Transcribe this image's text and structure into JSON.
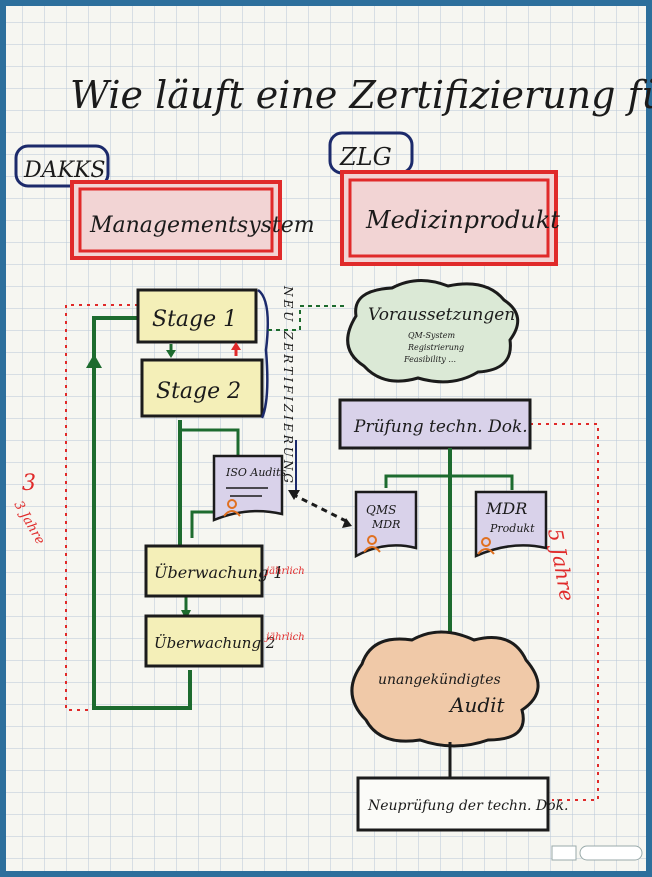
{
  "title": "Wie läuft eine Zertifizierung für ...",
  "left": {
    "org": "DAKKS",
    "heading": "Managementsystem",
    "steps": [
      "Stage 1",
      "Stage 2",
      "Überwachung 1",
      "Überwachung 2"
    ],
    "freq_label": "jährlich",
    "doc_label": "ISO Audits",
    "cycle_label": "3 Jahre",
    "recert_label": "NEU ZERTIFIZIERUNG"
  },
  "right": {
    "org": "ZLG",
    "heading": "Medizinprodukt",
    "prereq_title": "Voraussetzungen",
    "prereq_items": [
      "QM-System",
      "Registrierung",
      "Feasibility ..."
    ],
    "review": "Prüfung techn. Dok.",
    "doc1": [
      "QMS",
      "MDR"
    ],
    "doc2": [
      "MDR",
      "Produkt"
    ],
    "unannounced": [
      "unangekündigtes",
      "Audit"
    ],
    "re_review": "Neuprüfung der techn. Dok.",
    "cycle_label": "5 Jahre"
  },
  "colors": {
    "red": "#e02a2a",
    "green": "#1d6b2e",
    "navy": "#1c2a6b",
    "yellow": "#f4efb8",
    "lavender": "#d9d2ea",
    "mint": "#dbe9d6",
    "salmon": "#f0c9a8",
    "grid": "#b8c7d6"
  }
}
